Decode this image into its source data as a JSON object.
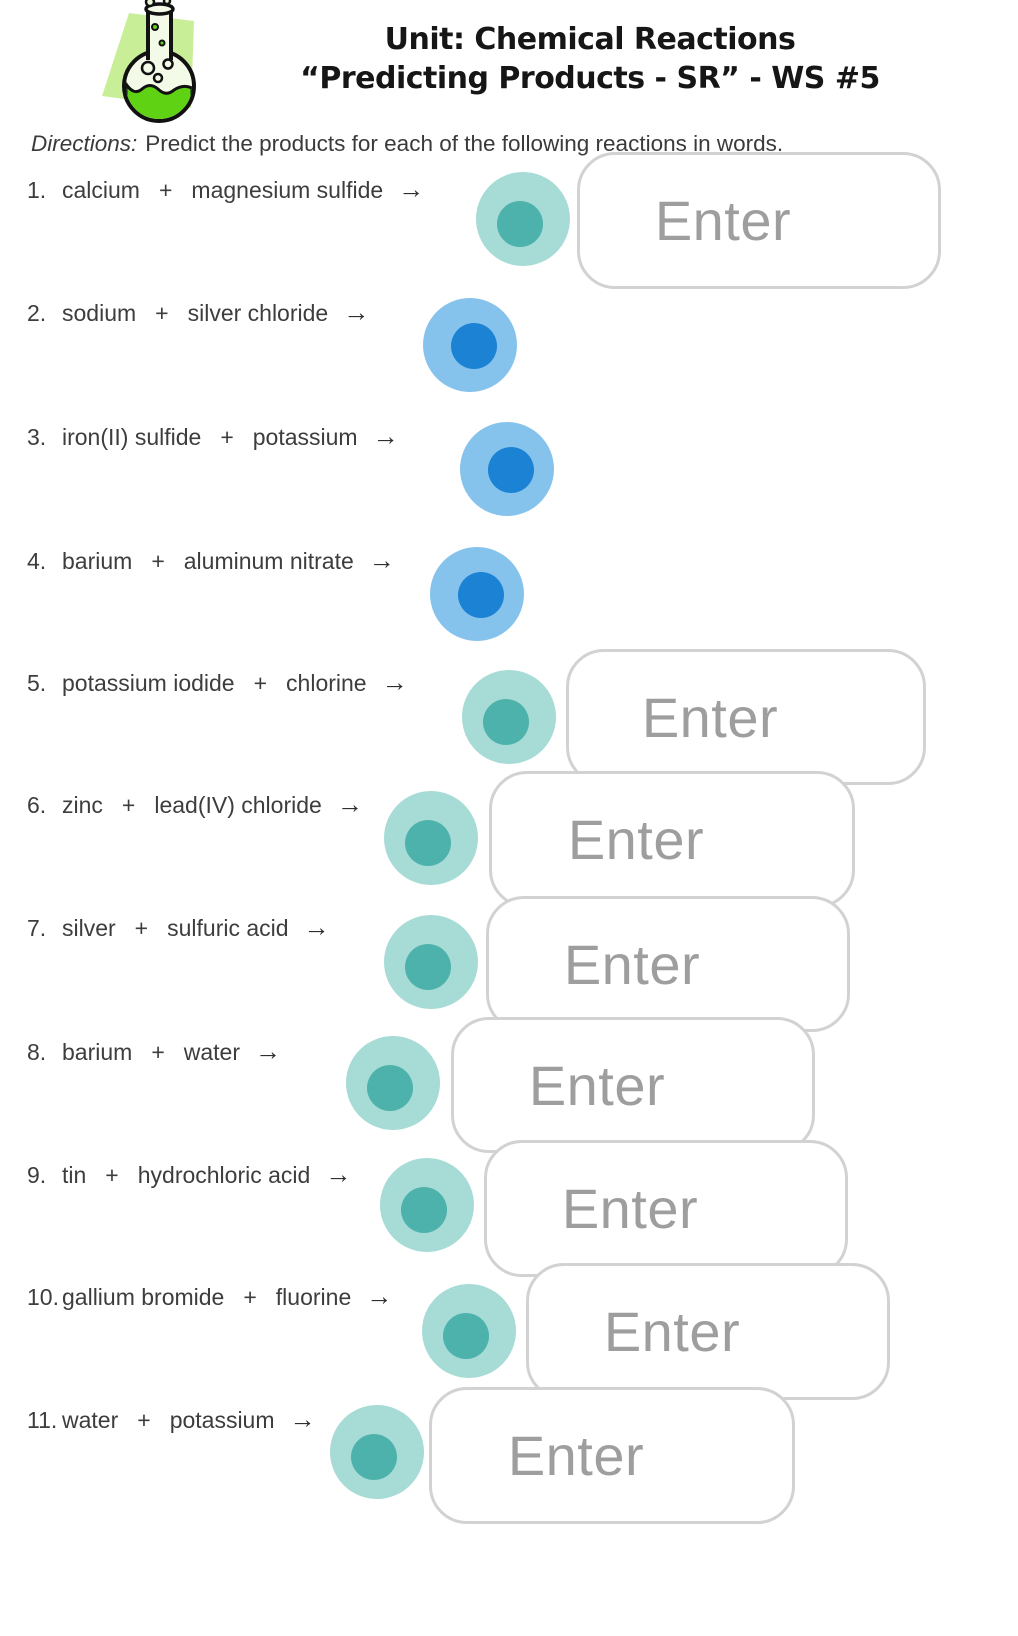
{
  "header": {
    "title_line1": "Unit: Chemical Reactions",
    "title_line2": "“Predicting Products - SR” - WS #5",
    "flask_icon": "chemistry-flask-icon"
  },
  "directions": {
    "label": "Directions:",
    "text": "Predict the products for each of the following reactions in words."
  },
  "symbols": {
    "plus": "+",
    "arrow": "→"
  },
  "answer_placeholder": "Enter",
  "colors": {
    "teal_marker_outer": "#a7dbd6",
    "teal_marker_inner": "#4db2ab",
    "blue_marker_outer": "#85c3ec",
    "blue_marker_inner": "#1b82d4",
    "answer_box_border": "#d2d2d2",
    "answer_placeholder_text": "#9e9e9e",
    "flask_background_green": "#c8ef97",
    "flask_liquid_green": "#5fd214",
    "body_text": "#3d3d3d"
  },
  "questions": [
    {
      "number": "1.",
      "reactant1": "calcium",
      "reactant2": "magnesium sulfide",
      "marker": "teal",
      "answer_box": true
    },
    {
      "number": "2.",
      "reactant1": "sodium",
      "reactant2": "silver chloride",
      "marker": "blue",
      "answer_box": false
    },
    {
      "number": "3.",
      "reactant1": "iron(II) sulfide",
      "reactant2": "potassium",
      "marker": "blue",
      "answer_box": false
    },
    {
      "number": "4.",
      "reactant1": "barium",
      "reactant2": "aluminum nitrate",
      "marker": "blue",
      "answer_box": false
    },
    {
      "number": "5.",
      "reactant1": "potassium iodide",
      "reactant2": "chlorine",
      "marker": "teal",
      "answer_box": true
    },
    {
      "number": "6.",
      "reactant1": "zinc",
      "reactant2": "lead(IV) chloride",
      "marker": "teal",
      "answer_box": true
    },
    {
      "number": "7.",
      "reactant1": "silver",
      "reactant2": "sulfuric acid",
      "marker": "teal",
      "answer_box": true
    },
    {
      "number": "8.",
      "reactant1": "barium",
      "reactant2": "water",
      "marker": "teal",
      "answer_box": true
    },
    {
      "number": "9.",
      "reactant1": "tin",
      "reactant2": "hydrochloric acid",
      "marker": "teal",
      "answer_box": true
    },
    {
      "number": "10.",
      "reactant1": "gallium bromide",
      "reactant2": "fluorine",
      "marker": "teal",
      "answer_box": true
    },
    {
      "number": "11.",
      "reactant1": "water",
      "reactant2": "potassium",
      "marker": "teal",
      "answer_box": true
    }
  ]
}
